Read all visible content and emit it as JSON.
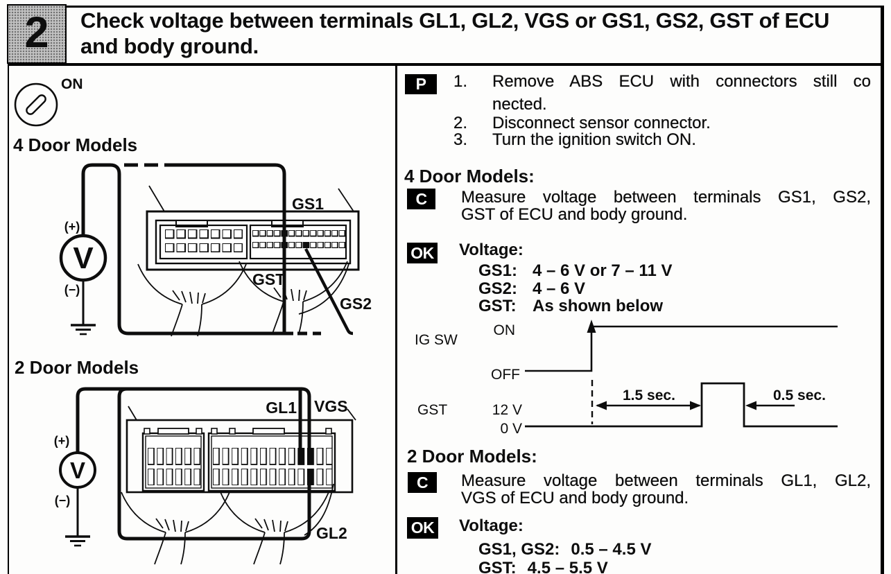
{
  "header": {
    "step_number": "2",
    "title_line1": "Check voltage between terminals GL1, GL2, VGS or GS1, GS2, GST of ECU",
    "title_line2": "and body ground."
  },
  "colors": {
    "ink": "#0d0d0d",
    "badge_bg": "#000000",
    "badge_text": "#ffffff",
    "step_box_bg": "#c3c3c3"
  },
  "left": {
    "ignition": {
      "label": "ON"
    },
    "four_door": {
      "heading": "4 Door Models",
      "meter": {
        "symbol": "V",
        "plus": "(+)",
        "minus": "(−)"
      },
      "labels": {
        "gs1": "GS1",
        "gst": "GST",
        "gs2": "GS2"
      }
    },
    "two_door": {
      "heading": "2 Door Models",
      "meter": {
        "symbol": "V",
        "plus": "(+)",
        "minus": "(−)"
      },
      "labels": {
        "gl1": "GL1",
        "vgs": "VGS",
        "gl2": "GL2"
      }
    }
  },
  "right": {
    "prepare": {
      "badge": "P",
      "step1_num": "1.",
      "step1_line1": "Remove ABS ECU with connectors still co",
      "step1_line2": "nected.",
      "step2_num": "2.",
      "step2_text": "Disconnect sensor connector.",
      "step3_num": "3.",
      "step3_text": "Turn the ignition switch ON."
    },
    "four_door": {
      "heading": "4 Door Models:",
      "check_badge": "C",
      "check_line1": "Measure voltage between terminals GS1, GS2,",
      "check_line2": "GST of ECU and body ground.",
      "ok_badge": "OK",
      "voltage_label": "Voltage:",
      "row1_term": "GS1:",
      "row1_value": "4 – 6 V or 7 – 11 V",
      "row2_term": "GS2:",
      "row2_value": "4 – 6 V",
      "row3_term": "GST:",
      "row3_value": "As shown below",
      "waveform": {
        "signal1": "IG SW",
        "on": "ON",
        "off": "OFF",
        "signal2": "GST",
        "level_high": "12 V",
        "level_low": "0 V",
        "duration1": "1.5 sec.",
        "duration2": "0.5 sec."
      }
    },
    "two_door": {
      "heading": "2 Door Models:",
      "check_badge": "C",
      "check_line1": "Measure voltage between terminals GL1, GL2,",
      "check_line2": "VGS of ECU and body ground.",
      "ok_badge": "OK",
      "voltage_label": "Voltage:",
      "row1_term": "GS1, GS2:",
      "row1_value": "0.5 – 4.5 V",
      "row2_term": "GST:",
      "row2_value": "4.5 – 5.5 V"
    }
  }
}
